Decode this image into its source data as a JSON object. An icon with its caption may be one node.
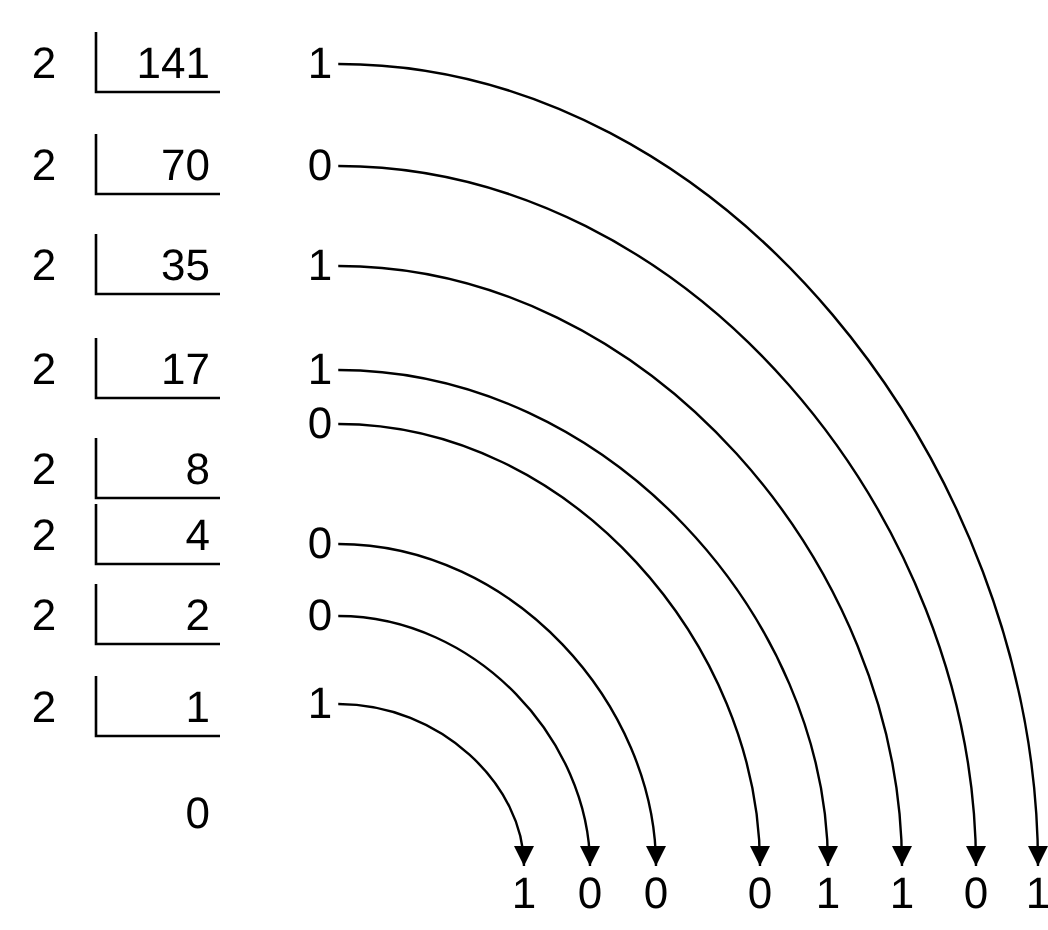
{
  "diagram": {
    "nodes": [
      {
        "text": [
          "1"
        ]
      },
      {
        "text": [
          "0"
        ]
      },
      {
        "text": [
          "1"
        ]
      },
      {
        "text": [
          "1"
        ]
      },
      {
        "text": [
          "0"
        ]
      },
      {
        "text": [
          "0"
        ]
      },
      {
        "text": [
          "0"
        ]
      },
      {
        "text": [
          "1"
        ]
      },
      {
        "text": [
          "1"
        ]
      },
      {
        "text": [
          "0"
        ]
      },
      {
        "text": [
          "0"
        ]
      },
      {
        "text": [
          "0"
        ]
      },
      {
        "text": [
          "1"
        ]
      },
      {
        "text": [
          "1"
        ]
      },
      {
        "text": [
          "0"
        ]
      },
      {
        "text": [
          "1"
        ]
      }
    ],
    "edges": [
      {
        "from": 0,
        "to": 15,
        "arrow": "to"
      },
      {
        "from": 1,
        "to": 14,
        "arrow": "to"
      },
      {
        "from": 2,
        "to": 13,
        "arrow": "to"
      },
      {
        "from": 3,
        "to": 12,
        "arrow": "to"
      },
      {
        "from": 4,
        "to": 11,
        "arrow": "to"
      },
      {
        "from": 5,
        "to": 10,
        "arrow": "to"
      },
      {
        "from": 6,
        "to": 9,
        "arrow": "to"
      },
      {
        "from": 7,
        "to": 8,
        "arrow": "to"
      }
    ],
    "labels": [
      "2",
      "141",
      "2",
      "70",
      "2",
      "35",
      "2",
      "17",
      "2",
      "8",
      "2",
      "4",
      "2",
      "2",
      "2",
      "1",
      "0"
    ]
  }
}
